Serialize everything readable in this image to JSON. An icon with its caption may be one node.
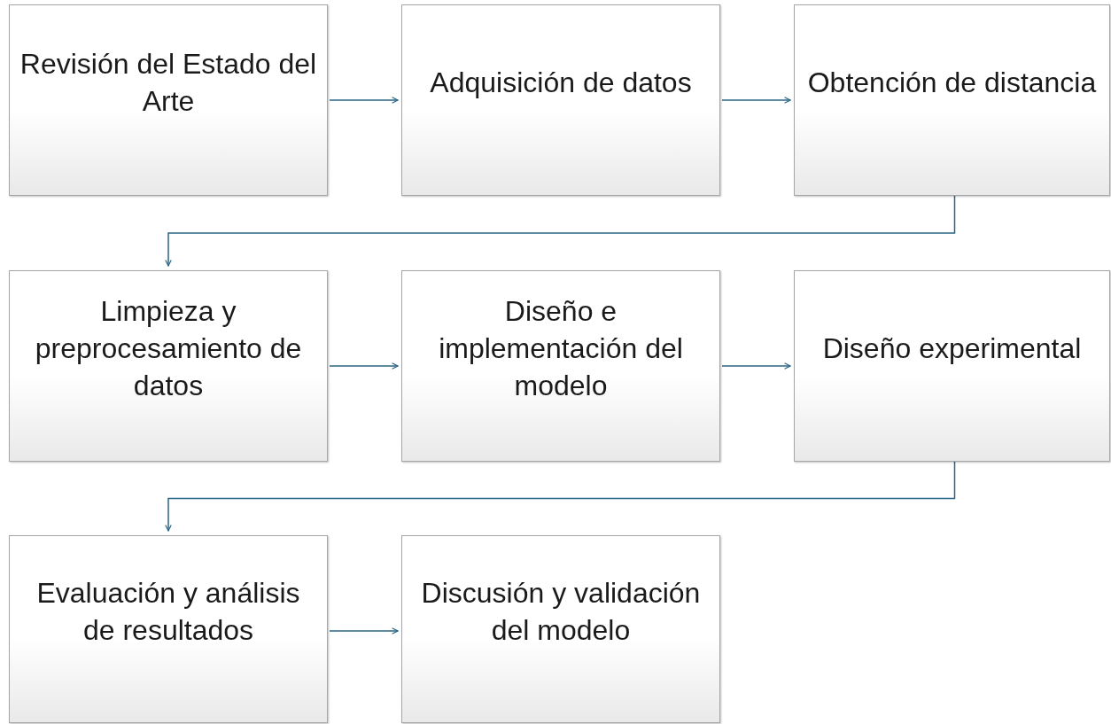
{
  "diagram": {
    "nodes": [
      {
        "text": [
          "Revisión del Estado del Arte"
        ]
      },
      {
        "text": [
          "Adquisición de datos"
        ]
      },
      {
        "text": [
          "Obtención de distancia"
        ]
      },
      {
        "text": [
          "Limpieza y preprocesamiento de datos"
        ]
      },
      {
        "text": [
          "Diseño e implementación del modelo"
        ]
      },
      {
        "text": [
          "Diseño experimental"
        ]
      },
      {
        "text": [
          "Evaluación y análisis de resultados"
        ]
      },
      {
        "text": [
          "Discusión y validación del modelo"
        ]
      }
    ],
    "edges": [
      {
        "from": 0,
        "to": 1,
        "arrow": "to"
      },
      {
        "from": 1,
        "to": 2,
        "arrow": "to"
      },
      {
        "from": 2,
        "to": 3,
        "arrow": "to"
      },
      {
        "from": 3,
        "to": 4,
        "arrow": "to"
      },
      {
        "from": 4,
        "to": 5,
        "arrow": "to"
      },
      {
        "from": 5,
        "to": 6,
        "arrow": "to"
      },
      {
        "from": 6,
        "to": 7,
        "arrow": "to"
      }
    ]
  }
}
